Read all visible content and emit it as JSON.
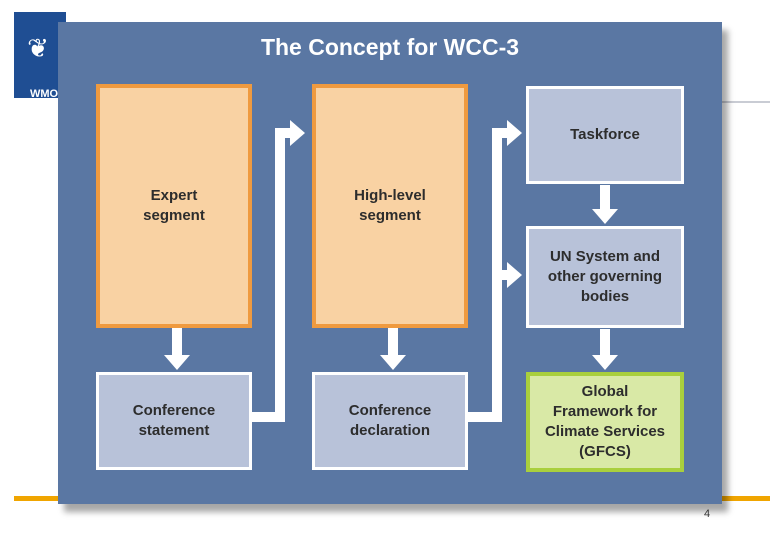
{
  "header": {
    "logo_text": "WMO"
  },
  "slide": {
    "title": "The Concept for WCC-3",
    "boxes": {
      "expert_segment": "Expert\nsegment",
      "high_level_segment": "High-level\nsegment",
      "taskforce": "Taskforce",
      "un_system": "UN System and\nother governing\nbodies",
      "conference_statement": "Conference\nstatement",
      "conference_declaration": "Conference\ndeclaration",
      "gfcs": "Global\nFramework for\nClimate Services\n(GFCS)"
    },
    "colors": {
      "panel": "#5a77a3",
      "segment_fill": "#f9d2a3",
      "segment_border": "#ef9a3f",
      "output_fill": "#b8c2d9",
      "gfcs_fill": "#d9e9a6",
      "gfcs_border": "#a9cf3d",
      "accent_rule": "#f0a500"
    }
  },
  "footer": {
    "page_number": "4"
  }
}
